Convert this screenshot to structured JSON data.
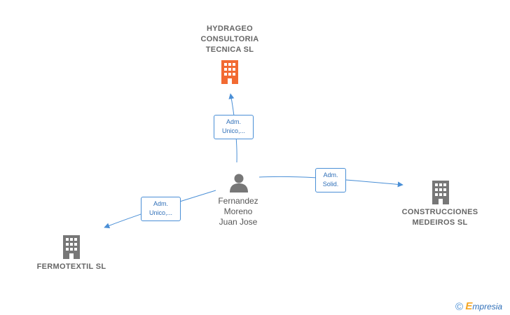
{
  "nodes": {
    "hydrageo": {
      "lines": [
        "HYDRAGEO",
        "CONSULTORIA",
        "TECNICA  SL"
      ],
      "icon": "building-icon",
      "color": "#f26a32"
    },
    "construcciones": {
      "lines": [
        "CONSTRUCCIONES",
        "MEDEIROS  SL"
      ],
      "icon": "building-icon",
      "color": "#777777"
    },
    "fermotextil": {
      "lines": [
        "FERMOTEXTIL SL"
      ],
      "icon": "building-icon",
      "color": "#777777"
    },
    "person": {
      "lines": [
        "Fernandez",
        "Moreno",
        "Juan Jose"
      ],
      "icon": "person-icon",
      "color": "#777777"
    }
  },
  "edges": {
    "to_hydrageo": [
      "Adm.",
      "Unico,..."
    ],
    "to_construcciones": [
      "Adm.",
      "Solid."
    ],
    "to_fermotextil": [
      "Adm.",
      "Unico,..."
    ]
  },
  "colors": {
    "edge": "#4a8fd6",
    "label_text": "#2f6fb8"
  },
  "footer": {
    "copyright_symbol": "©",
    "brand_first": "E",
    "brand_rest": "mpresia"
  }
}
